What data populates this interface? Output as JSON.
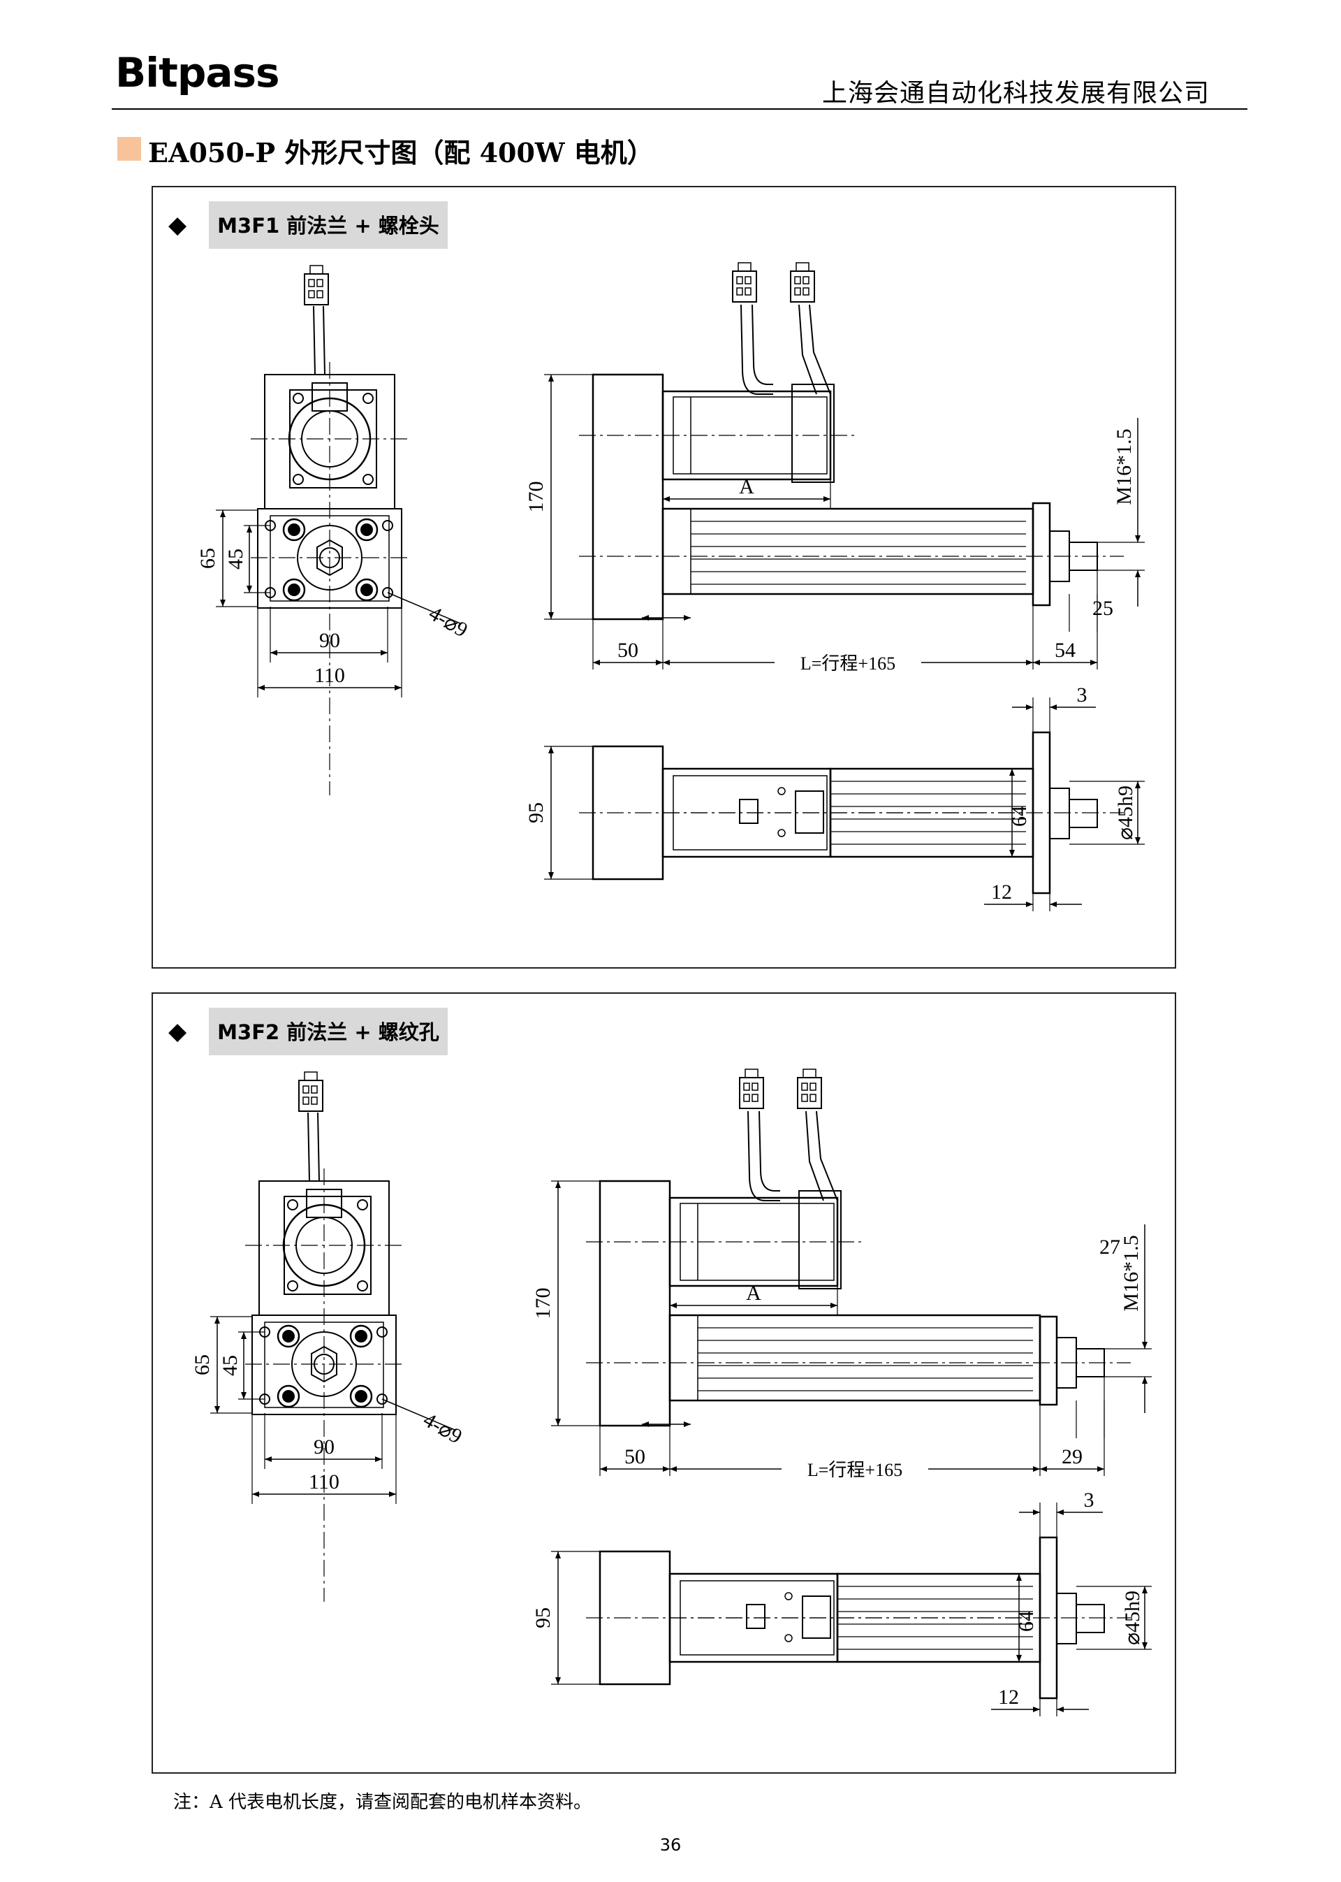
{
  "header": {
    "logo": "Bitpass",
    "company": "上海会通自动化科技发展有限公司"
  },
  "section": {
    "title": "EA050-P 外形尺寸图（配 400W 电机）"
  },
  "drawings": [
    {
      "label": "M3F1 前法兰 + 螺栓头",
      "front_view": {
        "d65": "65",
        "d45": "45",
        "d90": "90",
        "d110": "110",
        "holes": "4-⌀9"
      },
      "side_view": {
        "height": "170",
        "motor": "A",
        "thread": "M16*1.5",
        "rod_tip": "25",
        "left": "50",
        "length": "L=行程+165",
        "right": "54"
      },
      "top_view": {
        "flange_t": "3",
        "height": "95",
        "bore": "64",
        "pilot": "⌀45h9",
        "offset": "12"
      }
    },
    {
      "label": "M3F2 前法兰 + 螺纹孔",
      "front_view": {
        "d65": "65",
        "d45": "45",
        "d90": "90",
        "d110": "110",
        "holes": "4-⌀9"
      },
      "side_view": {
        "height": "170",
        "motor": "A",
        "thread": "M16*1.5",
        "rod_tip": "27",
        "left": "50",
        "length": "L=行程+165",
        "right": "29"
      },
      "top_view": {
        "flange_t": "3",
        "height": "95",
        "bore": "64",
        "pilot": "⌀45h9",
        "offset": "12"
      }
    }
  ],
  "footnote": "注：A 代表电机长度，请查阅配套的电机样本资料。",
  "page_number": "36"
}
